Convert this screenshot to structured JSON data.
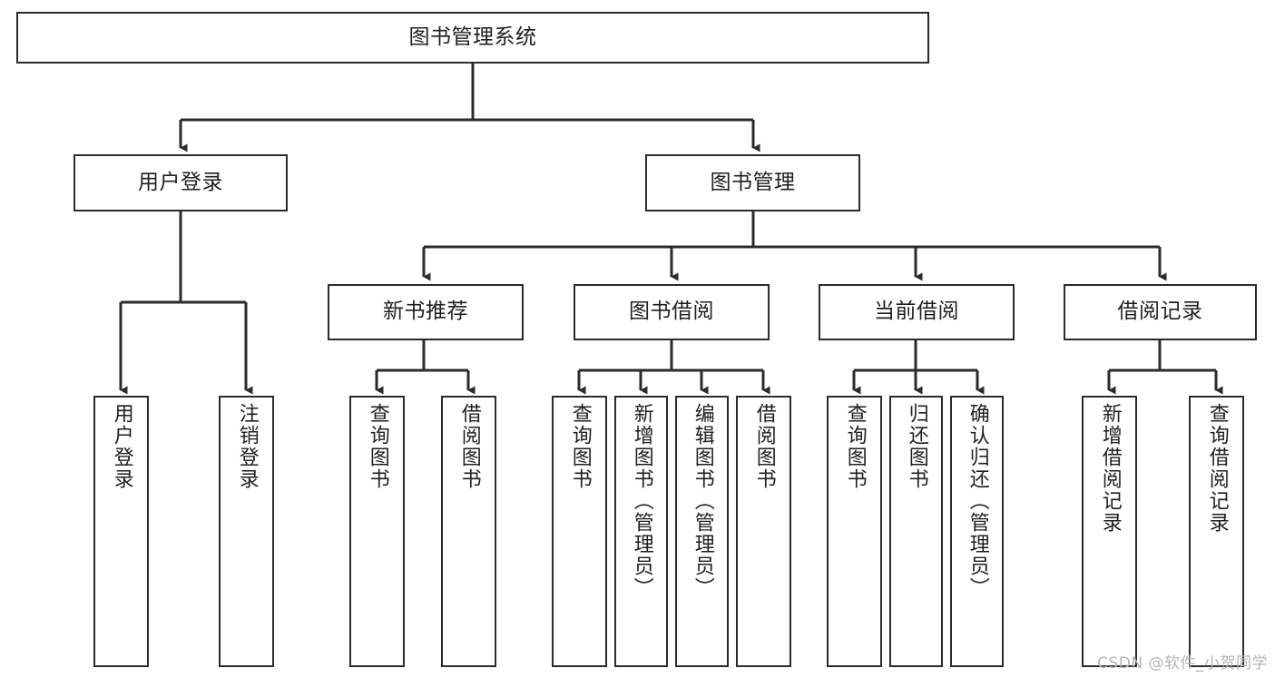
{
  "diagram": {
    "title": "图书管理系统",
    "type": "tree-hierarchy-chart",
    "root": {
      "label": "图书管理系统"
    },
    "level2": [
      {
        "label": "用户登录"
      },
      {
        "label": "图书管理"
      }
    ],
    "level3": [
      {
        "label": "新书推荐"
      },
      {
        "label": "图书借阅"
      },
      {
        "label": "当前借阅"
      },
      {
        "label": "借阅记录"
      }
    ],
    "leaves": {
      "user_login": [
        {
          "label": "用户登录"
        },
        {
          "label": "注销登录"
        }
      ],
      "new_book_recommend": [
        {
          "label": "查询图书"
        },
        {
          "label": "借阅图书"
        }
      ],
      "book_borrow": [
        {
          "label": "查询图书"
        },
        {
          "label": "新增图书（管理员）"
        },
        {
          "label": "编辑图书（管理员）"
        },
        {
          "label": "借阅图书"
        }
      ],
      "current_borrow": [
        {
          "label": "查询图书"
        },
        {
          "label": "归还图书"
        },
        {
          "label": "确认归还（管理员）"
        }
      ],
      "borrow_record": [
        {
          "label": "新增借阅记录"
        },
        {
          "label": "查询借阅记录"
        }
      ]
    }
  },
  "watermark": {
    "text": "CSDN @软件_小贺同学"
  },
  "colors": {
    "stroke": "#2b2b2b",
    "text": "#1f1f1f",
    "background": "#ffffff",
    "watermark": "#b4b4b4"
  }
}
